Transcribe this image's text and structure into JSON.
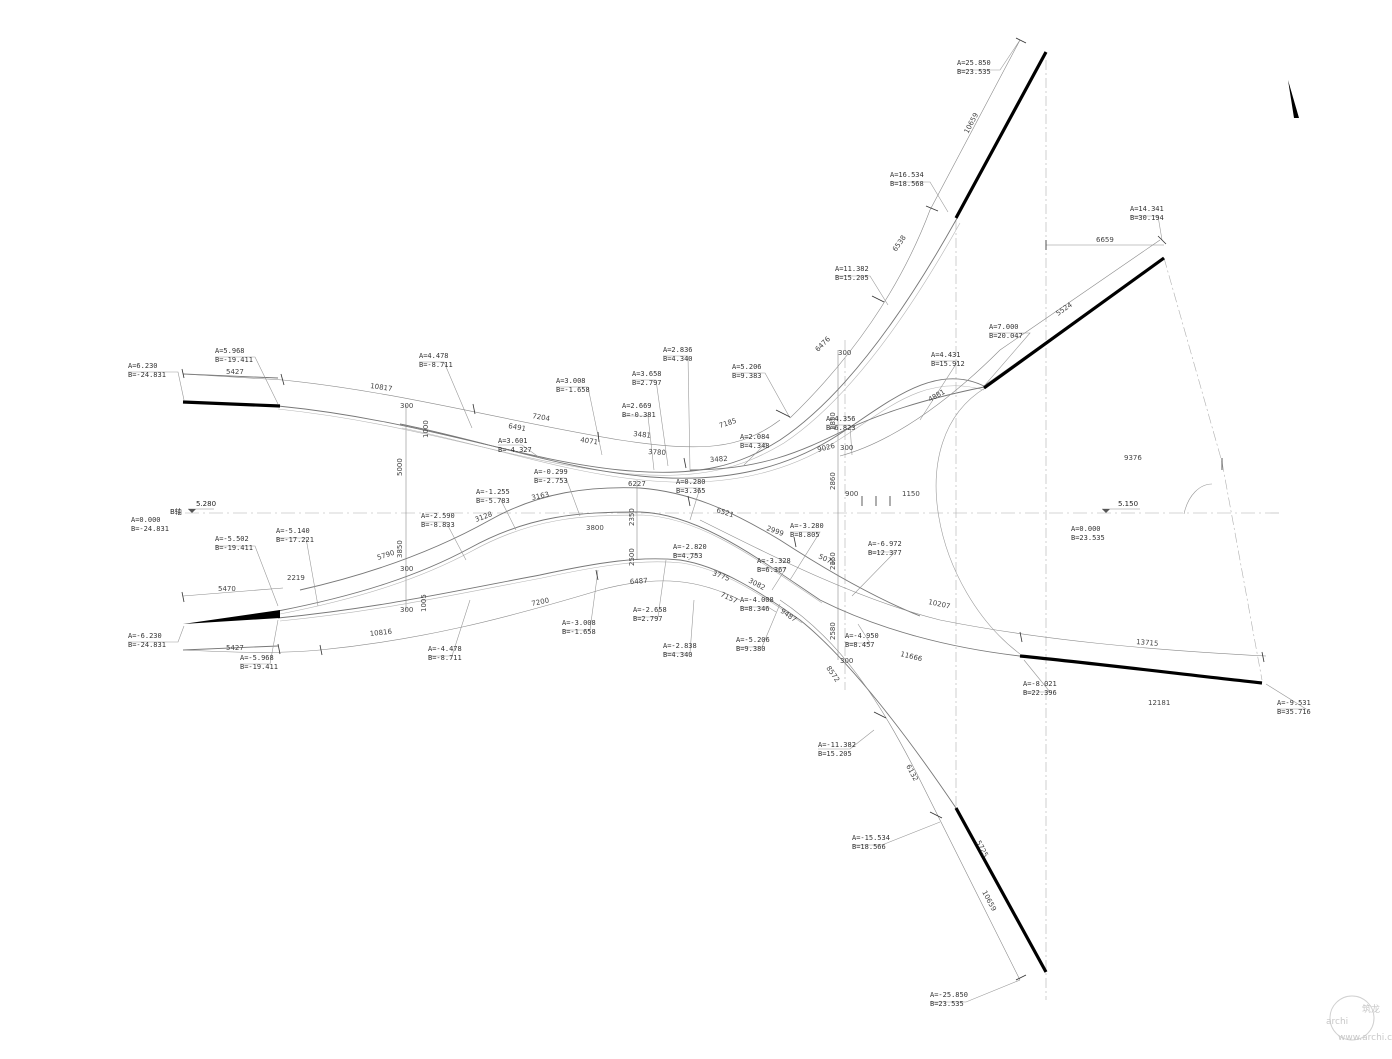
{
  "axis_label": "B轴",
  "level_marks": {
    "left": "5.280",
    "right": "5.150"
  },
  "annotations": {
    "top_left_end": [
      "A=6.230",
      "B=-24.831"
    ],
    "p_5968_top": [
      "A=5.968",
      "B=-19.411"
    ],
    "p_4478_top": [
      "A=4.478",
      "B=-8.711"
    ],
    "p_3008_top": [
      "A=3.008",
      "B=-1.658"
    ],
    "p_3658_top": [
      "A=3.658",
      "B=2.797"
    ],
    "p_2836_top": [
      "A=2.836",
      "B=4.340"
    ],
    "p_5206_top": [
      "A=5.206",
      "B=9.383"
    ],
    "p_2669": [
      "A=2.669",
      "B=-0.381"
    ],
    "p_3601": [
      "A=3.601",
      "B=-4.327"
    ],
    "p_2084": [
      "A=2.084",
      "B=4.348"
    ],
    "p_4356": [
      "A=4.356",
      "B=6.823"
    ],
    "p_4431": [
      "A=4.431",
      "B=15.912"
    ],
    "p_7000": [
      "A=7.000",
      "B=20.047"
    ],
    "p_11382_top": [
      "A=11.382",
      "B=15.205"
    ],
    "p_16534_top": [
      "A=16.534",
      "B=18.568"
    ],
    "p_25850_top": [
      "A=25.850",
      "B=23.535"
    ],
    "p_14341": [
      "A=14.341",
      "B=30.194"
    ],
    "p_0299": [
      "A=-0.299",
      "B=-2.753"
    ],
    "p_1255": [
      "A=-1.255",
      "B=-5.783"
    ],
    "p_2590": [
      "A=-2.590",
      "B=-8.833"
    ],
    "p_0280": [
      "A=0.280",
      "B=3.365"
    ],
    "origin_left": [
      "A=0.000",
      "B=-24.831"
    ],
    "origin_right": [
      "A=0.000",
      "B=23.535"
    ],
    "p_5502": [
      "A=-5.502",
      "B=-19.411"
    ],
    "p_5140": [
      "A=-5.140",
      "B=-17.221"
    ],
    "p_2820": [
      "A=-2.820",
      "B=4.753"
    ],
    "p_3280": [
      "A=-3.280",
      "B=8.805"
    ],
    "p_3328": [
      "A=-3.328",
      "B=6.367"
    ],
    "p_6972": [
      "A=-6.972",
      "B=12.377"
    ],
    "p_4008": [
      "A=-4.008",
      "B=8.346"
    ],
    "p_4950": [
      "A=-4.950",
      "B=8.457"
    ],
    "p_6230_bot": [
      "A=-6.230",
      "B=-24.831"
    ],
    "p_5968_bot": [
      "A=-5.968",
      "B=-19.411"
    ],
    "p_4478_bot": [
      "A=-4.478",
      "B=-8.711"
    ],
    "p_3008_bot": [
      "A=-3.008",
      "B=-1.658"
    ],
    "p_2658_bot": [
      "A=-2.658",
      "B=2.797"
    ],
    "p_2838_bot": [
      "A=-2.838",
      "B=4.340"
    ],
    "p_5206_bot": [
      "A=-5.206",
      "B=9.380"
    ],
    "p_8021": [
      "A=-8.021",
      "B=22.396"
    ],
    "p_9531": [
      "A=-9.531",
      "B=35.716"
    ],
    "p_11382_bot": [
      "A=-11.382",
      "B=15.205"
    ],
    "p_15534_bot": [
      "A=-15.534",
      "B=18.566"
    ],
    "p_25850_bot": [
      "A=-25.850",
      "B=23.535"
    ]
  },
  "dimensions": {
    "d5427_top": "5427",
    "d10817": "10817",
    "d7204": "7204",
    "d6491": "6491",
    "d4071": "4071",
    "d3481": "3481",
    "d3780": "3780",
    "d3482": "3482",
    "d7185": "7185",
    "d9026": "9026",
    "d4881": "4881",
    "d6476": "6476",
    "d6538": "6538",
    "d10659": "10659",
    "d6659": "6659",
    "d5524": "5524",
    "d9376": "9376",
    "d300_a": "300",
    "d300_b": "300",
    "d300_c": "300",
    "d300_d": "300",
    "d300_e": "300",
    "d300_f": "300",
    "d5000": "5000",
    "d3850": "3850",
    "d2350": "2350",
    "d2500": "2500",
    "d2860": "2860",
    "d2580": "2580",
    "d2850": "2850",
    "d2350_b": "2350",
    "d900": "900",
    "d1150": "1150",
    "d3163": "3163",
    "d3128": "3128",
    "d5790": "5790",
    "d2219": "2219",
    "d5470": "5470",
    "d6227": "6227",
    "d6521": "6521",
    "d2999": "2999",
    "d5075": "5075",
    "d10207": "10207",
    "d13715": "13715",
    "d6487": "6487",
    "d7200": "7200",
    "d10816": "10816",
    "d5427_bot": "5427",
    "d3775": "3775",
    "d7157": "7157",
    "d3082": "3082",
    "d9487": "9487",
    "d11666": "11666",
    "d8572": "8572",
    "d6132": "6132",
    "d5725": "5725",
    "d10659_bot": "10659",
    "d12181": "12181",
    "d3800": "3800",
    "d1000": "1000",
    "d1005": "1005"
  },
  "watermark": {
    "logo": "archi",
    "cn": "筑龙",
    "url": "www.archi.cn"
  }
}
